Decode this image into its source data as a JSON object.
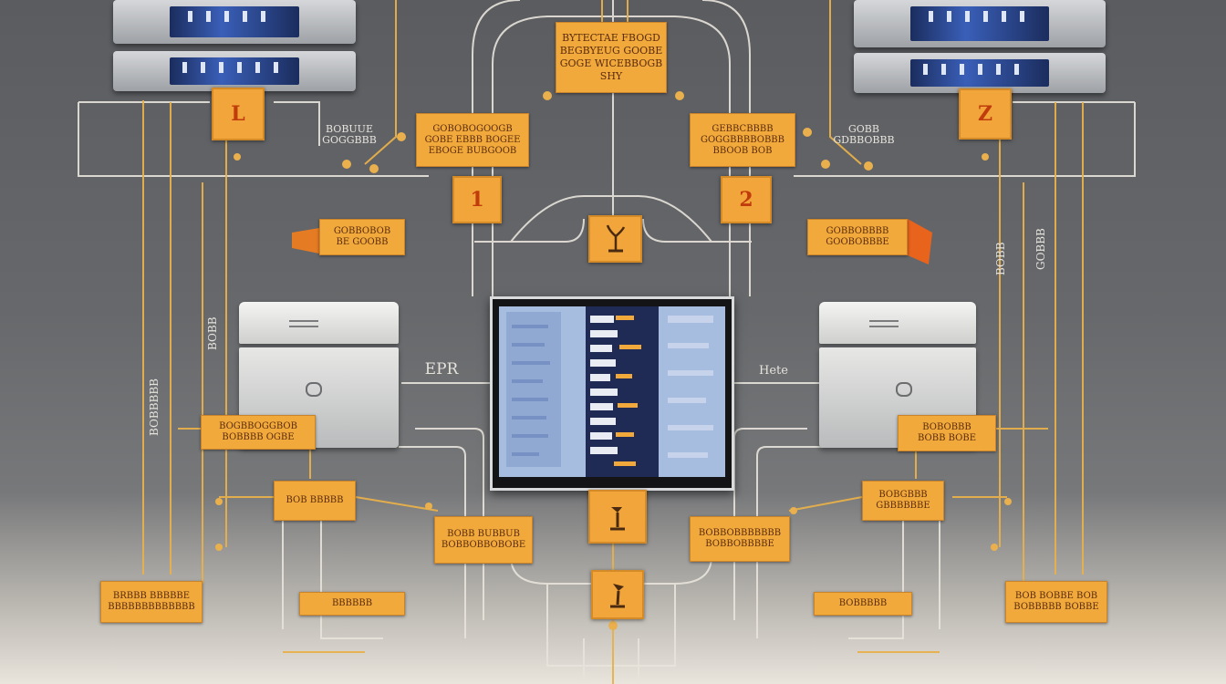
{
  "labels": {
    "top_center": [
      "BYTECTAE FBOGD",
      "BEGBYEUG GOOBE",
      "GOGE WICEBBOGB",
      "SHY"
    ],
    "mid_left": [
      "GOBOBOGOOGB",
      "GOBE EBBB BOGEE",
      "EBOGE BUBGOOB"
    ],
    "mid_right": [
      "GEBBCBBBB",
      "GOGGBBBBOBBB",
      "BBOOB BOB"
    ],
    "side_left_top": [
      "BOBUUE",
      "GOGGBBB"
    ],
    "side_right_top": [
      "GOBB",
      "GDBBOBBB"
    ],
    "arrow_left": [
      "GOBBOBOB",
      "BE GOOBB"
    ],
    "arrow_right": [
      "GOBBOBBBB",
      "GOOBOBBBE"
    ],
    "server_left_caption": [
      "BOGBBOGGBOB",
      "BOBBBB OGBE"
    ],
    "server_right_caption": [
      "BOBOBBB",
      "BOBB BOBE"
    ],
    "lower_left_small": [
      "BOB BBBBB"
    ],
    "lower_right_small": [
      "BOBGBBB",
      "GBBBBBBE"
    ],
    "lower_mid_left": [
      "BOBB BUBBUB",
      "BOBBOBBOBOBE"
    ],
    "lower_mid_right": [
      "BOBBOBBBBBBB",
      "BOBBOBBBBE"
    ],
    "bottom_far_left": [
      "BRBBB BBBBBE",
      "BBBBBBBBBBBBB"
    ],
    "bottom_far_right": [
      "BOB BOBBE BOB",
      "BOBBBBB BOBBE"
    ],
    "bottom_left_small": [
      "BBBBBB"
    ],
    "bottom_right_small": [
      "BOBBBBB"
    ],
    "epr": "EPR",
    "hete": "Hete",
    "left_vertical_a": "BOBBBBB",
    "left_vertical_b": "BOBB",
    "right_vertical_a": "GOBBB",
    "right_vertical_b": "BOBB"
  },
  "markers": {
    "top_left": "L",
    "top_right": "Z",
    "mid_left": "1",
    "mid_right": "2"
  },
  "colors": {
    "tag_fill": "#f2a93c",
    "tag_text": "#5a2c0c",
    "marker_text": "#c03c0c",
    "wire_light": "#e8e4dc",
    "wire_gold": "#e8b04a",
    "background": "#5a5c60"
  },
  "icons": {
    "center_top": "plant-icon",
    "center_screen_below": "lamp-icon",
    "center_bottom": "lamp-icon"
  }
}
